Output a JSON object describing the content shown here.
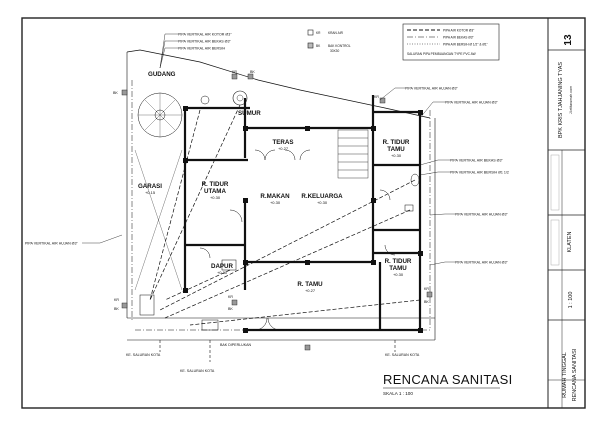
{
  "drawing": {
    "title": "RENCANA SANITASI",
    "scale": "SKALA 1 : 100"
  },
  "rooms": {
    "gudang": "GUDANG",
    "sumur": "SUMUR",
    "teras": "TERAS",
    "teras_elev": "+0.27",
    "tidur_tamu_top": "R. TIDUR\nTAMU",
    "tidur_tamu_top_elev": "+0.30",
    "garasi": "GARASI",
    "garasi_elev": "+0.15",
    "tidur_utama": "R. TIDUR\nUTAMA",
    "tidur_utama_elev": "+0.30",
    "makan": "R.MAKAN",
    "makan_elev": "+0.30",
    "keluarga": "R.KELUARGA",
    "keluarga_elev": "+0.30",
    "dapur": "DAPUR",
    "dapur_elev": "+0.30",
    "tidur_tamu_bottom": "R. TIDUR\nTAMU",
    "tidur_tamu_bottom_elev": "+0.30",
    "tamu": "R. TAMU",
    "tamu_elev": "+0.27"
  },
  "labels": {
    "pipa_air_kotor": "PIPA VERTIKAL AIR KOTOR Ø3\"",
    "pipa_air_bekas": "PIPA VERTIKAL AIR BEKAS Ø3\"",
    "pipa_air_bersih": "PIPA VERTIKAL AIR BERSIH",
    "pipa_hujan_1": "PIPA VERTIKAL AIR HUJAN Ø3\"",
    "pipa_hujan_2": "PIPA VERTIKAL AIR HUJAN Ø3\"",
    "pipa_bekas_right": "PIPA VERTIKAL AIR BEKAS Ø3\"",
    "pipa_bersih_right": "PIPA VERTIKAL AIR BERSIH Ø1 1/2",
    "pipa_hujan_3": "PIPA VERTIKAL AIR HUJAN Ø3\"",
    "pipa_hujan_4": "PIPA VERTIKAL AIR HUJAN Ø3\"",
    "pipa_hujan_left": "PIPA VERTIKAL AIR HUJAN Ø3\"",
    "ke_saluran_kota_1": "KE. SALURAN KOTA",
    "ke_saluran_kota_2": "KE. SALURAN KOTA",
    "ke_saluran_kota_3": "KE. SALURAN KOTA",
    "bak_diperlukan": "BAK DIPERLUKAN",
    "kr": "KR",
    "bk": "BK"
  },
  "legend": {
    "kr": "KR",
    "kr_text": "KRAN AIR",
    "bk": "BK",
    "bk_text": "BAK KONTROL\n30X30",
    "items": [
      "PIPA AIR KOTOR Ø3\"",
      "PIPA AIR BEKAS Ø3\"",
      "PIPA AIR BERSIH Ø 1/2\" & Ø1\"",
      "SALURAN PIPA PEMBUANGAN TYPE PVC AW"
    ]
  },
  "titleblock": {
    "sheet_no": "13",
    "company": "BPK KRIS TJAHJANING TYAS",
    "address": "Jl.elitarumah.com",
    "location": "KLATEN",
    "project_1": "RUMAH TINGGAL",
    "project_2": "RENCANA SANITASI",
    "scale": "1 : 100"
  }
}
